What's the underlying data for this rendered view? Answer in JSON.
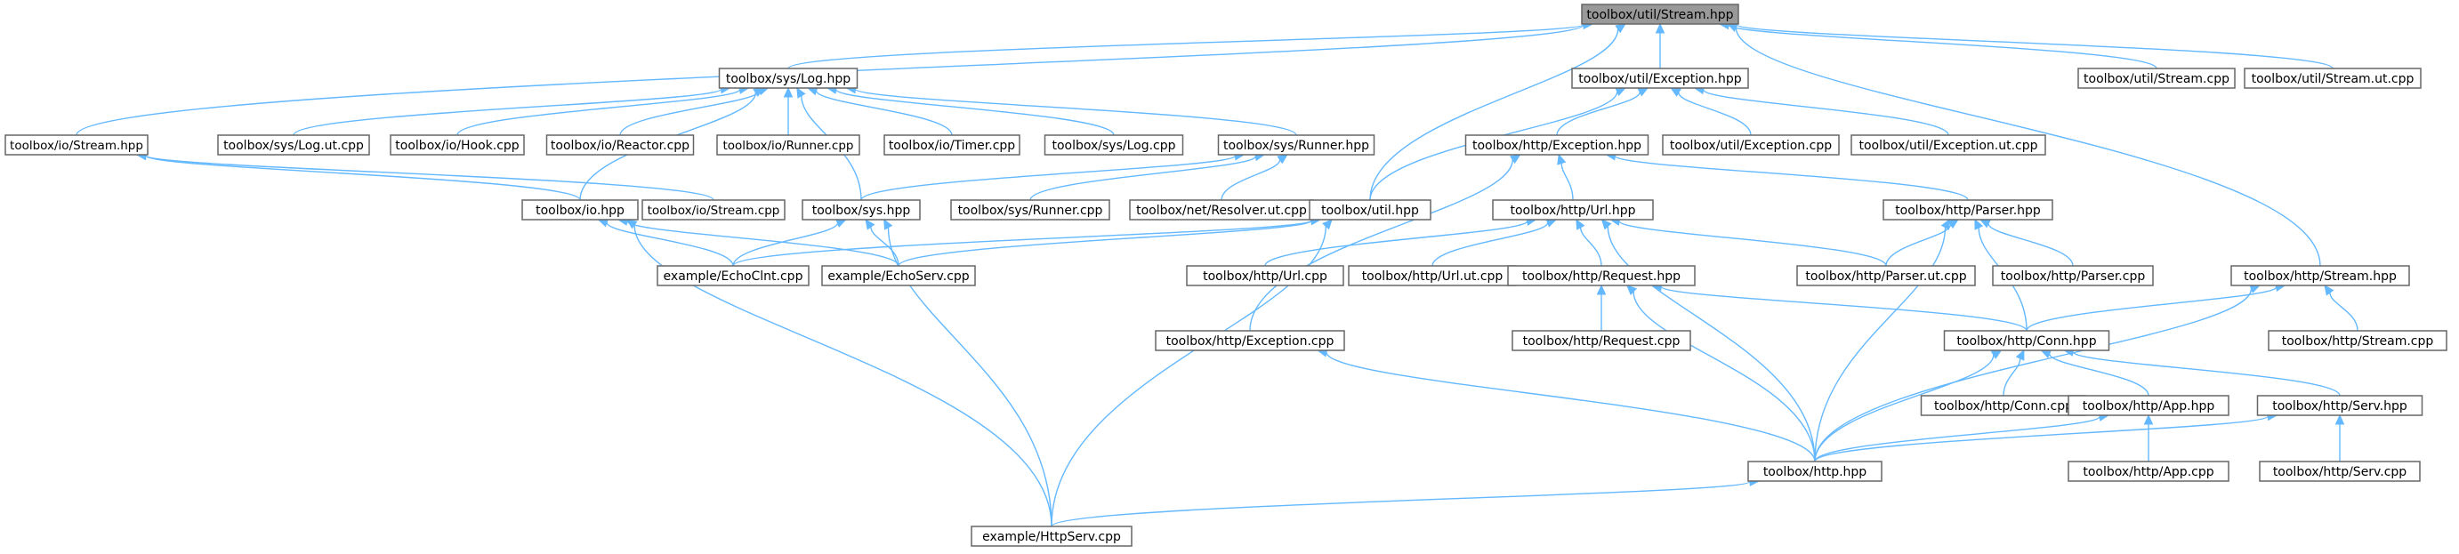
{
  "diagram": {
    "type": "include-dependency-graph",
    "colors": {
      "edge": "#63b8ff",
      "node_border": "#666666",
      "node_fill": "#ffffff",
      "root_fill": "#999999"
    },
    "nodes": [
      {
        "id": "n_util_stream_hpp",
        "label": "toolbox/util/Stream.hpp"
      },
      {
        "id": "n_sys_log_hpp",
        "label": "toolbox/sys/Log.hpp"
      },
      {
        "id": "n_util_exception_hpp",
        "label": "toolbox/util/Exception.hpp"
      },
      {
        "id": "n_util_stream_cpp",
        "label": "toolbox/util/Stream.cpp"
      },
      {
        "id": "n_util_stream_ut_cpp",
        "label": "toolbox/util/Stream.ut.cpp"
      },
      {
        "id": "n_io_stream_hpp",
        "label": "toolbox/io/Stream.hpp"
      },
      {
        "id": "n_sys_log_ut_cpp",
        "label": "toolbox/sys/Log.ut.cpp"
      },
      {
        "id": "n_io_hook_cpp",
        "label": "toolbox/io/Hook.cpp"
      },
      {
        "id": "n_io_reactor_cpp",
        "label": "toolbox/io/Reactor.cpp"
      },
      {
        "id": "n_io_runner_cpp",
        "label": "toolbox/io/Runner.cpp"
      },
      {
        "id": "n_io_timer_cpp",
        "label": "toolbox/io/Timer.cpp"
      },
      {
        "id": "n_sys_log_cpp",
        "label": "toolbox/sys/Log.cpp"
      },
      {
        "id": "n_sys_runner_hpp",
        "label": "toolbox/sys/Runner.hpp"
      },
      {
        "id": "n_http_exception_hpp",
        "label": "toolbox/http/Exception.hpp"
      },
      {
        "id": "n_util_exception_cpp",
        "label": "toolbox/util/Exception.cpp"
      },
      {
        "id": "n_util_exception_ut_cpp",
        "label": "toolbox/util/Exception.ut.cpp"
      },
      {
        "id": "n_io_hpp",
        "label": "toolbox/io.hpp"
      },
      {
        "id": "n_io_stream_cpp",
        "label": "toolbox/io/Stream.cpp"
      },
      {
        "id": "n_sys_hpp",
        "label": "toolbox/sys.hpp"
      },
      {
        "id": "n_sys_runner_cpp",
        "label": "toolbox/sys/Runner.cpp"
      },
      {
        "id": "n_net_resolver_ut_cpp",
        "label": "toolbox/net/Resolver.ut.cpp"
      },
      {
        "id": "n_util_hpp",
        "label": "toolbox/util.hpp"
      },
      {
        "id": "n_http_url_hpp",
        "label": "toolbox/http/Url.hpp"
      },
      {
        "id": "n_http_parser_hpp",
        "label": "toolbox/http/Parser.hpp"
      },
      {
        "id": "n_echo_clnt",
        "label": "example/EchoClnt.cpp"
      },
      {
        "id": "n_echo_serv",
        "label": "example/EchoServ.cpp"
      },
      {
        "id": "n_http_url_cpp",
        "label": "toolbox/http/Url.cpp"
      },
      {
        "id": "n_http_url_ut_cpp",
        "label": "toolbox/http/Url.ut.cpp"
      },
      {
        "id": "n_http_request_hpp",
        "label": "toolbox/http/Request.hpp"
      },
      {
        "id": "n_http_parser_ut_cpp",
        "label": "toolbox/http/Parser.ut.cpp"
      },
      {
        "id": "n_http_parser_cpp",
        "label": "toolbox/http/Parser.cpp"
      },
      {
        "id": "n_http_stream_hpp",
        "label": "toolbox/http/Stream.hpp"
      },
      {
        "id": "n_http_exception_cpp",
        "label": "toolbox/http/Exception.cpp"
      },
      {
        "id": "n_http_request_cpp",
        "label": "toolbox/http/Request.cpp"
      },
      {
        "id": "n_http_conn_hpp",
        "label": "toolbox/http/Conn.hpp"
      },
      {
        "id": "n_http_stream_cpp",
        "label": "toolbox/http/Stream.cpp"
      },
      {
        "id": "n_http_conn_cpp",
        "label": "toolbox/http/Conn.cpp"
      },
      {
        "id": "n_http_app_hpp",
        "label": "toolbox/http/App.hpp"
      },
      {
        "id": "n_http_serv_hpp",
        "label": "toolbox/http/Serv.hpp"
      },
      {
        "id": "n_http_hpp",
        "label": "toolbox/http.hpp"
      },
      {
        "id": "n_http_app_cpp",
        "label": "toolbox/http/App.cpp"
      },
      {
        "id": "n_http_serv_cpp",
        "label": "toolbox/http/Serv.cpp"
      },
      {
        "id": "n_http_serv_example",
        "label": "example/HttpServ.cpp"
      }
    ],
    "edges": [
      [
        "n_util_stream_hpp",
        "n_sys_log_hpp"
      ],
      [
        "n_util_stream_hpp",
        "n_util_exception_hpp"
      ],
      [
        "n_util_stream_hpp",
        "n_util_stream_cpp"
      ],
      [
        "n_util_stream_hpp",
        "n_util_stream_ut_cpp"
      ],
      [
        "n_util_stream_hpp",
        "n_io_stream_hpp"
      ],
      [
        "n_util_stream_hpp",
        "n_util_hpp"
      ],
      [
        "n_util_stream_hpp",
        "n_http_stream_hpp"
      ],
      [
        "n_sys_log_hpp",
        "n_sys_log_ut_cpp"
      ],
      [
        "n_sys_log_hpp",
        "n_io_hook_cpp"
      ],
      [
        "n_sys_log_hpp",
        "n_io_reactor_cpp"
      ],
      [
        "n_sys_log_hpp",
        "n_io_runner_cpp"
      ],
      [
        "n_sys_log_hpp",
        "n_io_timer_cpp"
      ],
      [
        "n_sys_log_hpp",
        "n_sys_log_cpp"
      ],
      [
        "n_sys_log_hpp",
        "n_sys_runner_hpp"
      ],
      [
        "n_sys_log_hpp",
        "n_sys_hpp"
      ],
      [
        "n_sys_log_hpp",
        "n_io_hpp"
      ],
      [
        "n_util_exception_hpp",
        "n_http_exception_hpp"
      ],
      [
        "n_util_exception_hpp",
        "n_util_exception_cpp"
      ],
      [
        "n_util_exception_hpp",
        "n_util_exception_ut_cpp"
      ],
      [
        "n_util_exception_hpp",
        "n_util_hpp"
      ],
      [
        "n_io_stream_hpp",
        "n_io_hpp"
      ],
      [
        "n_io_stream_hpp",
        "n_io_stream_cpp"
      ],
      [
        "n_sys_runner_hpp",
        "n_sys_hpp"
      ],
      [
        "n_sys_runner_hpp",
        "n_sys_runner_cpp"
      ],
      [
        "n_sys_runner_hpp",
        "n_net_resolver_ut_cpp"
      ],
      [
        "n_http_exception_hpp",
        "n_http_url_hpp"
      ],
      [
        "n_http_exception_hpp",
        "n_http_parser_hpp"
      ],
      [
        "n_http_exception_hpp",
        "n_http_exception_cpp"
      ],
      [
        "n_io_hpp",
        "n_echo_clnt"
      ],
      [
        "n_io_hpp",
        "n_echo_serv"
      ],
      [
        "n_io_hpp",
        "n_http_serv_example"
      ],
      [
        "n_sys_hpp",
        "n_echo_clnt"
      ],
      [
        "n_sys_hpp",
        "n_echo_serv"
      ],
      [
        "n_sys_hpp",
        "n_http_serv_example"
      ],
      [
        "n_util_hpp",
        "n_echo_clnt"
      ],
      [
        "n_util_hpp",
        "n_echo_serv"
      ],
      [
        "n_util_hpp",
        "n_http_serv_example"
      ],
      [
        "n_http_url_hpp",
        "n_http_url_cpp"
      ],
      [
        "n_http_url_hpp",
        "n_http_url_ut_cpp"
      ],
      [
        "n_http_url_hpp",
        "n_http_request_hpp"
      ],
      [
        "n_http_url_hpp",
        "n_http_parser_ut_cpp"
      ],
      [
        "n_http_url_hpp",
        "n_http_hpp"
      ],
      [
        "n_http_parser_hpp",
        "n_http_parser_ut_cpp"
      ],
      [
        "n_http_parser_hpp",
        "n_http_parser_cpp"
      ],
      [
        "n_http_parser_hpp",
        "n_http_conn_hpp"
      ],
      [
        "n_http_parser_hpp",
        "n_http_hpp"
      ],
      [
        "n_http_request_hpp",
        "n_http_request_cpp"
      ],
      [
        "n_http_request_hpp",
        "n_http_conn_hpp"
      ],
      [
        "n_http_request_hpp",
        "n_http_hpp"
      ],
      [
        "n_http_stream_hpp",
        "n_http_conn_hpp"
      ],
      [
        "n_http_stream_hpp",
        "n_http_stream_cpp"
      ],
      [
        "n_http_stream_hpp",
        "n_http_hpp"
      ],
      [
        "n_http_exception_cpp",
        "n_http_hpp"
      ],
      [
        "n_http_conn_hpp",
        "n_http_conn_cpp"
      ],
      [
        "n_http_conn_hpp",
        "n_http_app_hpp"
      ],
      [
        "n_http_conn_hpp",
        "n_http_serv_hpp"
      ],
      [
        "n_http_conn_hpp",
        "n_http_hpp"
      ],
      [
        "n_http_app_hpp",
        "n_http_hpp"
      ],
      [
        "n_http_app_hpp",
        "n_http_app_cpp"
      ],
      [
        "n_http_serv_hpp",
        "n_http_hpp"
      ],
      [
        "n_http_serv_hpp",
        "n_http_serv_cpp"
      ],
      [
        "n_http_hpp",
        "n_http_serv_example"
      ]
    ]
  }
}
